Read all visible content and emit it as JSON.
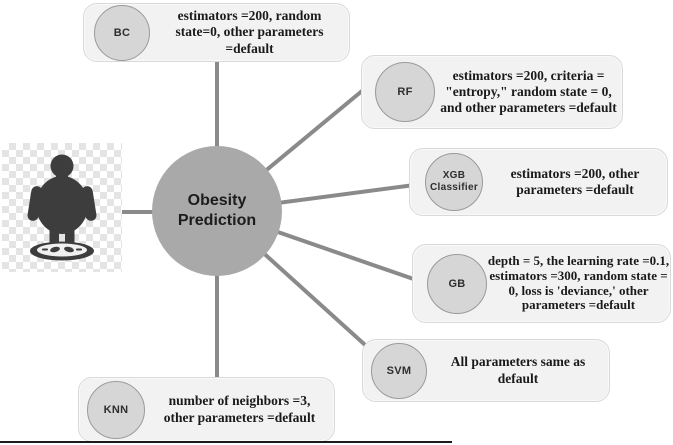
{
  "center": {
    "label": "Obesity Prediction"
  },
  "image": {
    "name": "obese-person-on-weighing-scale"
  },
  "nodes": [
    {
      "label": "BC",
      "desc": "estimators =200,  random state=0, other parameters =default"
    },
    {
      "label": "RF",
      "desc": "estimators =200, criteria = \"entropy,\" random state = 0, and other parameters =default"
    },
    {
      "label": "XGB Classifier",
      "desc": "estimators =200, other parameters =default"
    },
    {
      "label": "GB",
      "desc": "depth = 5, the learning rate =0.1, estimators =300, random state = 0, loss is 'deviance,' other parameters =default"
    },
    {
      "label": "SVM",
      "desc": "All parameters same as default"
    },
    {
      "label": "KNN",
      "desc": "number of neighbors =3, other parameters =default"
    }
  ],
  "colors": {
    "center_fill": "#a9a9a9",
    "node_circle_fill": "#d6d6d6",
    "node_circle_border": "#9a9a9a",
    "box_fill": "#f2f2f2",
    "box_border": "#d9d9d9",
    "connector": "#8a8a8a",
    "text": "#1a1a1a"
  }
}
